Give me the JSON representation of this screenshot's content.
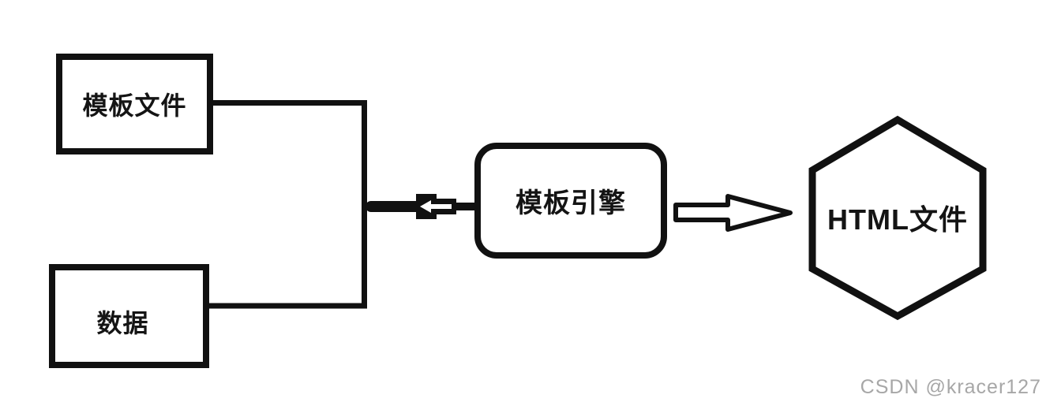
{
  "diagram": {
    "background": "#ffffff",
    "stroke_color": "#111111",
    "nodes": [
      {
        "id": "template-file",
        "label": "模板文件",
        "shape": "rectangle"
      },
      {
        "id": "data",
        "label": "数据",
        "shape": "rectangle"
      },
      {
        "id": "template-engine",
        "label": "模板引擎",
        "shape": "rounded-rectangle"
      },
      {
        "id": "html-file",
        "label": "HTML文件",
        "shape": "hexagon"
      }
    ],
    "edges": [
      {
        "from": "template-file",
        "to": "template-engine",
        "style": "elbow-line-merge-solid-arrow"
      },
      {
        "from": "data",
        "to": "template-engine",
        "style": "elbow-line-merge-solid-arrow"
      },
      {
        "from": "template-engine",
        "to": "html-file",
        "style": "hollow-outline-arrow"
      }
    ]
  },
  "watermark": {
    "text": "CSDN @kracer127",
    "color": "#a7a7a7"
  }
}
